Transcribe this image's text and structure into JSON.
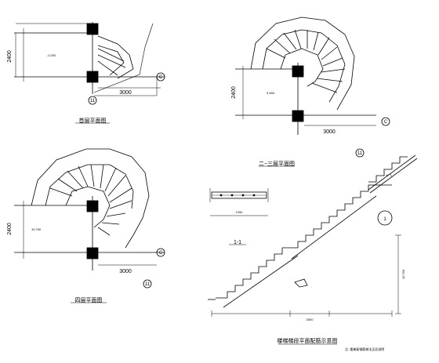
{
  "drawings": {
    "plan_1": {
      "caption": "首层平面图",
      "dim_bottom": "3000",
      "dim_left": "2400",
      "level": "-0.200",
      "axis_row": "C",
      "axis_col": "11"
    },
    "plan_2": {
      "caption": "二~三层平面图",
      "dim_bottom": "3000",
      "dim_left": "2400",
      "level": "3.450",
      "axis_row": "C",
      "axis_col": "11"
    },
    "plan_3": {
      "caption": "四层平面图",
      "dim_bottom": "3000",
      "dim_left": "2400",
      "level": "10.750",
      "axis_row": "C",
      "axis_col": "11"
    },
    "section_1": {
      "dim": "1250",
      "label": "1-1"
    },
    "detail_1": {
      "label": "1"
    },
    "stair_section": {
      "caption": "楼梯梯段平面配筋示意图",
      "note": "注: 楼梯板钢筋做法见总说明",
      "dim_total": "3000",
      "dim_level": "10.750"
    }
  }
}
